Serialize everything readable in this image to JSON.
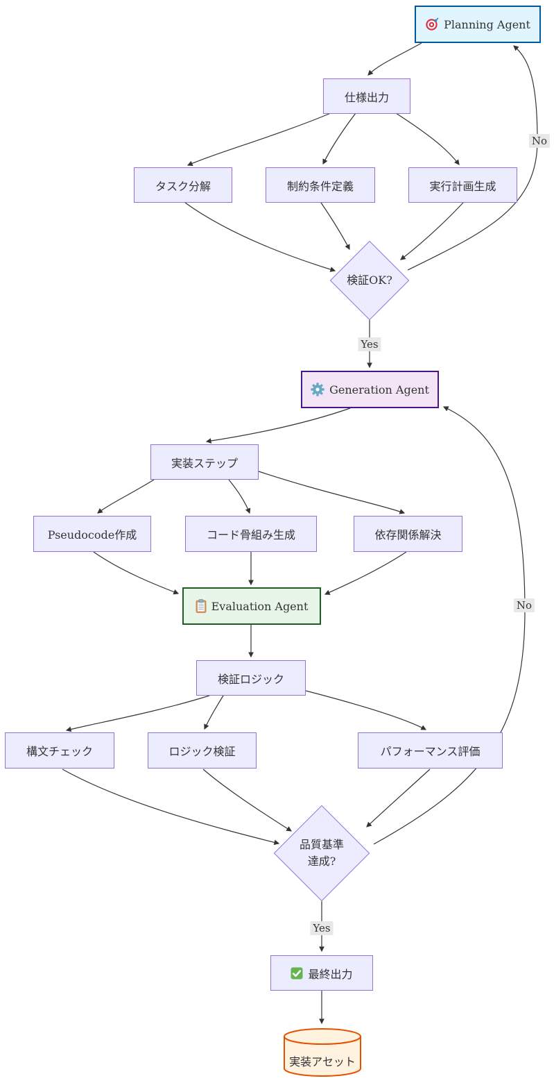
{
  "nodes": {
    "planning": {
      "label": "Planning Agent",
      "icon": "target"
    },
    "spec_output": {
      "label": "仕様出力"
    },
    "task_decomposition": {
      "label": "タスク分解"
    },
    "constraint_definition": {
      "label": "制約条件定義"
    },
    "execution_plan": {
      "label": "実行計画生成"
    },
    "verify_ok": {
      "label": "検証OK?"
    },
    "generation": {
      "label": "Generation Agent",
      "icon": "gear"
    },
    "implementation_steps": {
      "label": "実装ステップ"
    },
    "pseudocode": {
      "label": "Pseudocode作成"
    },
    "code_skeleton": {
      "label": "コード骨組み生成"
    },
    "dependency_resolution": {
      "label": "依存関係解決"
    },
    "evaluation": {
      "label": "Evaluation Agent",
      "icon": "clipboard"
    },
    "verification_logic": {
      "label": "検証ロジック"
    },
    "syntax_check": {
      "label": "構文チェック"
    },
    "logic_verification": {
      "label": "ロジック検証"
    },
    "performance_evaluation": {
      "label": "パフォーマンス評価"
    },
    "quality_check": {
      "label_line1": "品質基準",
      "label_line2": "達成?"
    },
    "final_output": {
      "label": "最終出力",
      "icon": "check"
    },
    "implementation_asset": {
      "label": "実装アセット"
    }
  },
  "edge_labels": {
    "verify_yes": "Yes",
    "verify_no": "No",
    "quality_yes": "Yes",
    "quality_no": "No"
  },
  "colors": {
    "default_node_fill": "#ECECFF",
    "default_node_border": "#9370DB",
    "planning_fill": "#e1f5fe",
    "planning_border": "#01579b",
    "generation_fill": "#f3e5f5",
    "generation_border": "#4a148c",
    "evaluation_fill": "#e8f5e9",
    "evaluation_border": "#1b5e20",
    "asset_fill": "#fff3e0",
    "asset_border": "#e65100",
    "edge": "#333333",
    "text": "#333333",
    "edge_label_bg": "#e8e8e8"
  }
}
